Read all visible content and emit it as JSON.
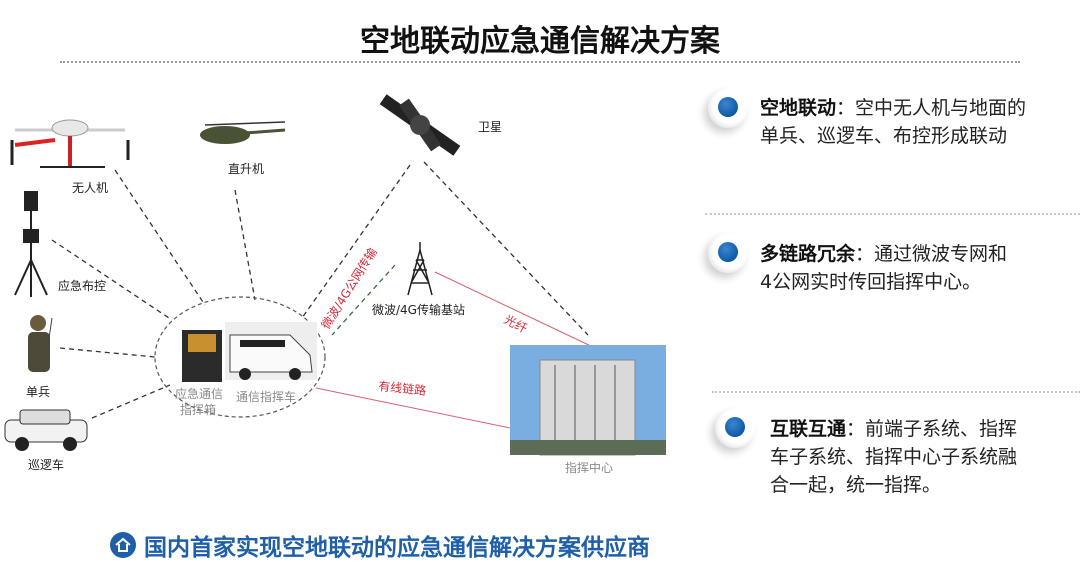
{
  "title": "空地联动应急通信解决方案",
  "diagram": {
    "nodes": {
      "drone": "无人机",
      "helicopter": "直升机",
      "satellite": "卫星",
      "tripod": "应急布控",
      "soldier": "单兵",
      "patrol_car": "巡逻车",
      "command_box_line1": "应急通信",
      "command_box_line2": "指挥箱",
      "command_vehicle": "通信指挥车",
      "base_station": "微波/4G传输基站",
      "command_center": "指挥中心"
    },
    "links": {
      "microwave_4g": "微波/4G公网传输",
      "fiber": "光纤",
      "wired": "有线链路"
    }
  },
  "points": [
    {
      "heading": "空地联动",
      "sep": "：",
      "line1": "空中无人机与地面的",
      "line2": "单兵、巡逻车、布控形成联动"
    },
    {
      "heading": "多链路冗余",
      "sep": "：",
      "line1": "通过微波专网和",
      "line2": "4公网实时传回指挥中心。"
    },
    {
      "heading": "互联互通",
      "sep": "：",
      "line1": "前端子系统、指挥",
      "line2": "车子系统、指挥中心子系统融",
      "line3": "合一起，统一指挥。"
    }
  ],
  "footer": "国内首家实现空地联动的应急通信解决方案供应商",
  "colors": {
    "accent": "#1f5fa8",
    "link_red": "#d42b3b"
  }
}
